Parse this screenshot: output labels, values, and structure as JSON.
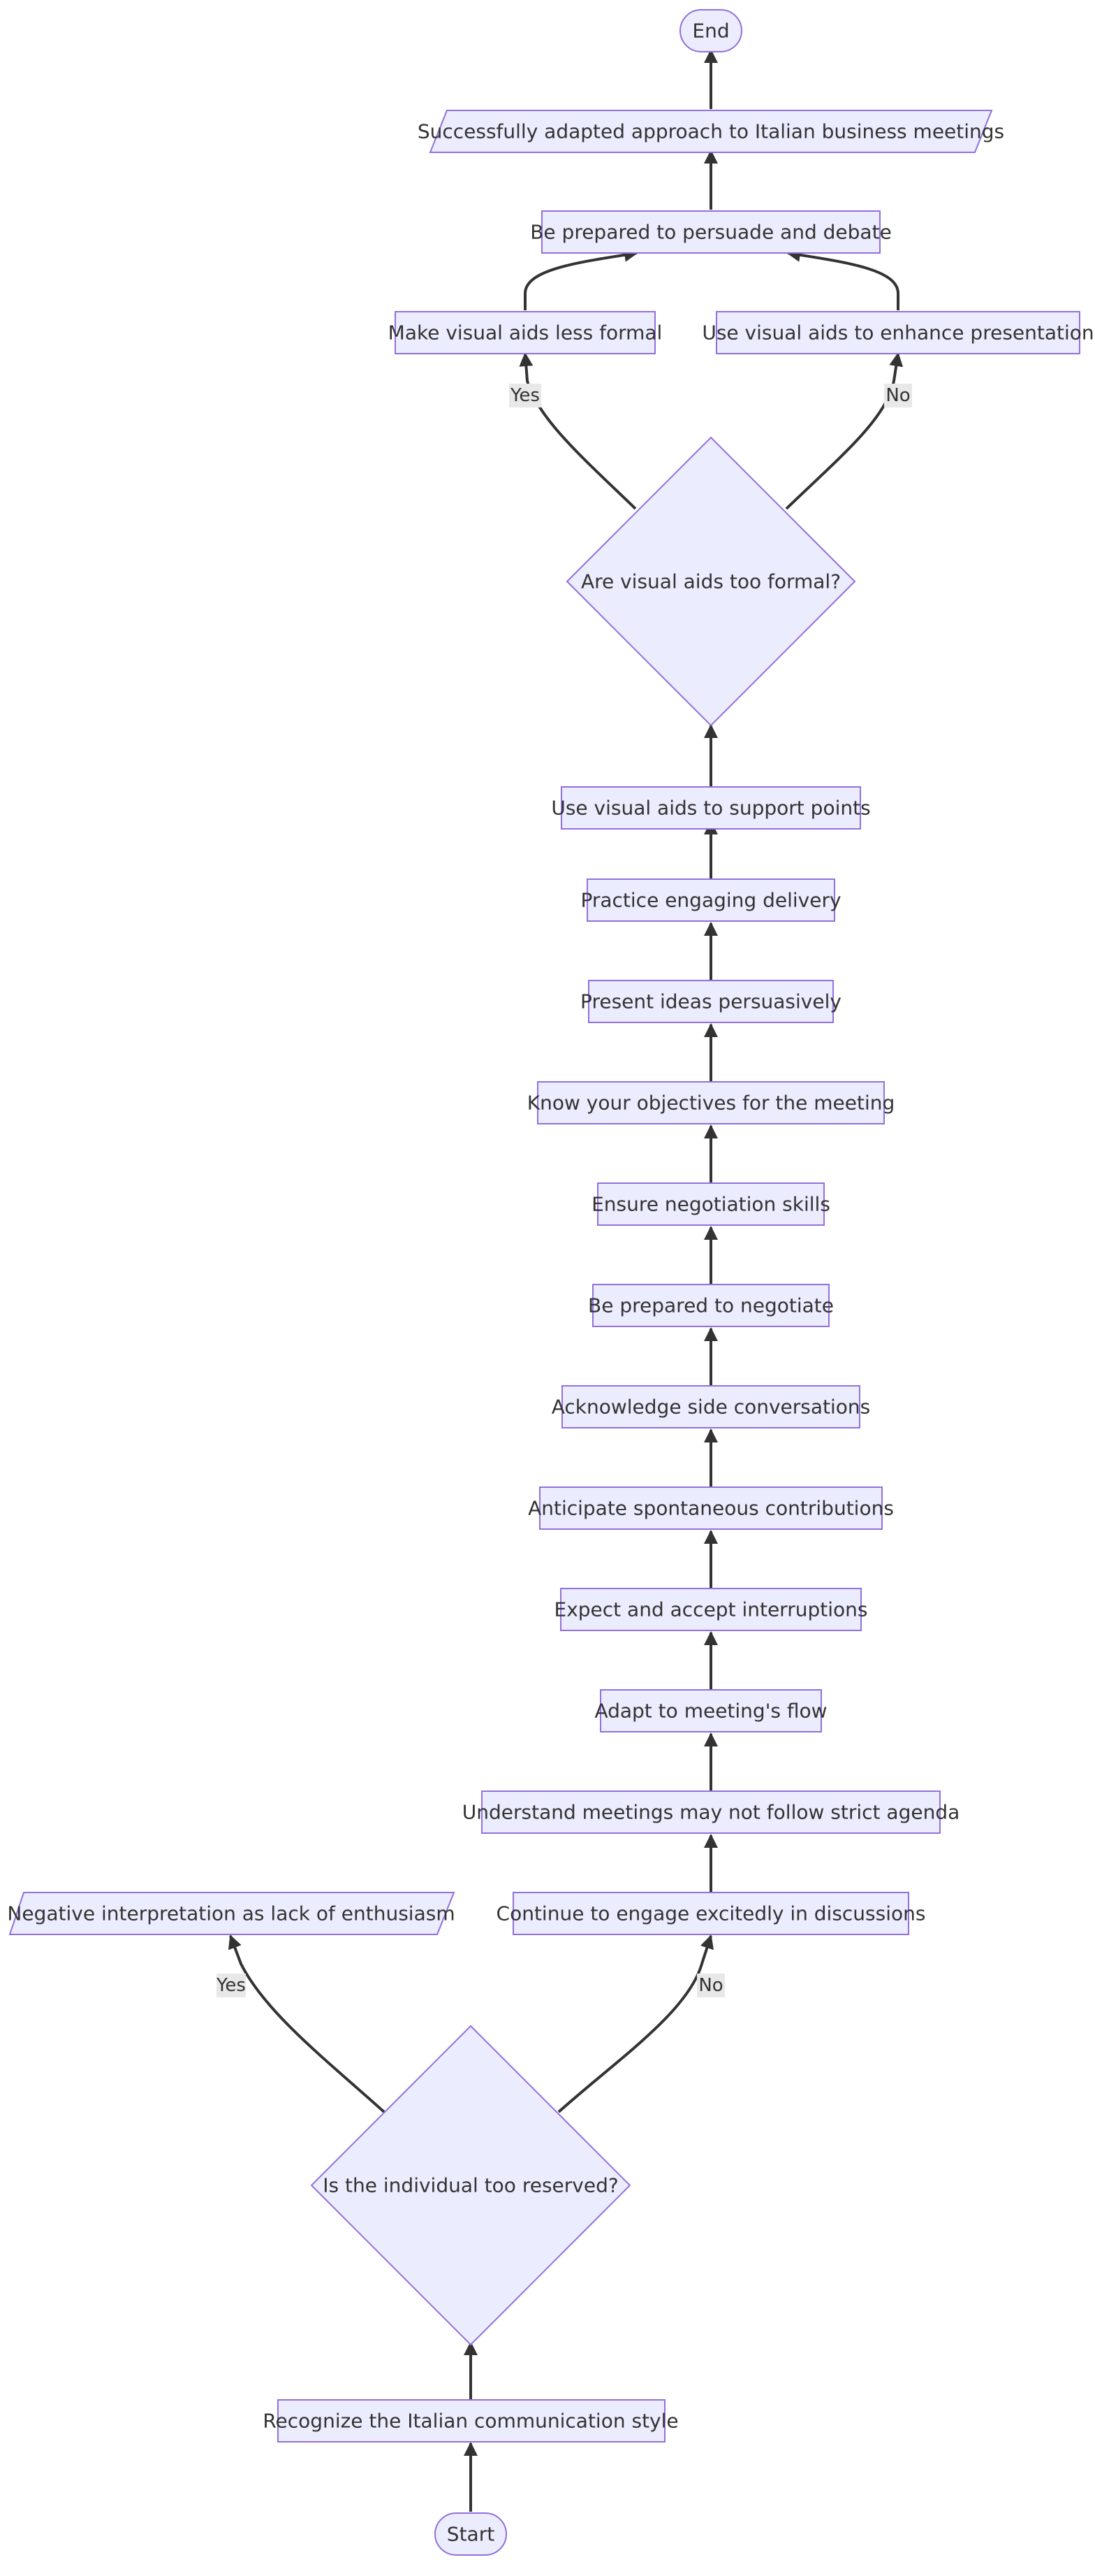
{
  "colors": {
    "node_fill": "#ECECFF",
    "node_stroke": "#9370DB",
    "edge": "#333333",
    "edge_label_bg": "#E8E8E8",
    "text": "#333333"
  },
  "nodes": {
    "start": "Start",
    "end": "End",
    "recognize": "Recognize the Italian communication style",
    "reserved_q": "Is the individual too reserved?",
    "negative": "Negative interpretation as lack of enthusiasm",
    "continue": "Continue to engage excitedly in discussions",
    "understand": "Understand meetings may not follow strict agenda",
    "adapt": "Adapt to meeting's flow",
    "expect": "Expect and accept interruptions",
    "anticipate": "Anticipate spontaneous contributions",
    "acknowledge": "Acknowledge side conversations",
    "prepared_negotiate": "Be prepared to negotiate",
    "ensure": "Ensure negotiation skills",
    "objectives": "Know your objectives for the meeting",
    "present": "Present ideas persuasively",
    "practice": "Practice engaging delivery",
    "visual_support": "Use visual aids to support points",
    "formal_q": "Are visual aids too formal?",
    "less_formal": "Make visual aids less formal",
    "enhance": "Use visual aids to enhance presentation",
    "persuade": "Be prepared to persuade and debate",
    "success": "Successfully adapted approach to Italian business meetings"
  },
  "edge_labels": {
    "reserved_yes": "Yes",
    "reserved_no": "No",
    "formal_yes": "Yes",
    "formal_no": "No"
  }
}
